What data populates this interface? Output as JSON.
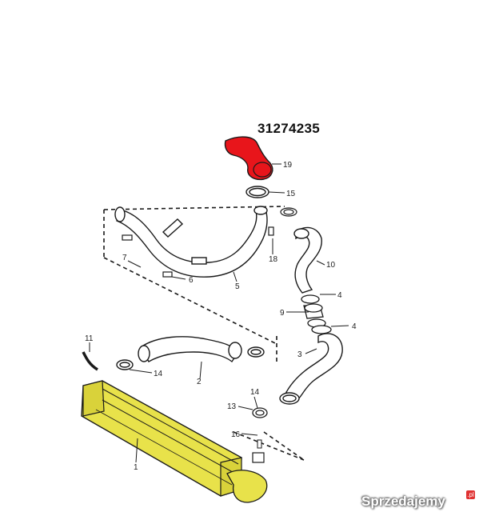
{
  "part_number": "31274235",
  "callouts": {
    "c1": "1",
    "c2": "2",
    "c3": "3",
    "c4a": "4",
    "c4b": "4",
    "c5": "5",
    "c6": "6",
    "c7": "7",
    "c9": "9",
    "c10": "10",
    "c11": "11",
    "c13": "13",
    "c14a": "14",
    "c14b": "14",
    "c15": "15",
    "c16": "16",
    "c18": "18",
    "c19": "19"
  },
  "watermark": "Sprzedajemy",
  "watermark_suffix": ".pl",
  "colors": {
    "highlight_hose": "#e8151b",
    "intercooler": "#e8e24a",
    "line": "#1a1a1a"
  }
}
